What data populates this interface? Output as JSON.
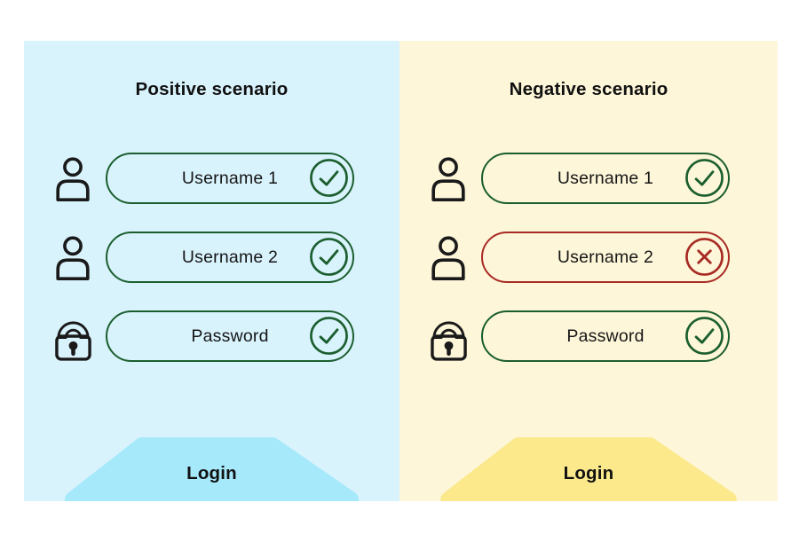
{
  "colors": {
    "positive_panel_bg": "#d9f3fd",
    "positive_button_bg": "#a5e9fb",
    "negative_panel_bg": "#fdf6d9",
    "negative_button_bg": "#fbe98c",
    "valid_green": "#1b5e2e",
    "invalid_red": "#a82a23",
    "icon_black": "#1a1a1a",
    "text": "#111111"
  },
  "panels": [
    {
      "id": "positive",
      "title": "Positive scenario",
      "background": "#d9f3fd",
      "button_background": "#a5e9fb",
      "login_label": "Login",
      "fields": [
        {
          "icon": "user-icon",
          "label": "Username 1",
          "status": "valid"
        },
        {
          "icon": "user-icon",
          "label": "Username 2",
          "status": "valid"
        },
        {
          "icon": "lock-icon",
          "label": "Password",
          "status": "valid"
        }
      ]
    },
    {
      "id": "negative",
      "title": "Negative scenario",
      "background": "#fdf6d9",
      "button_background": "#fbe98c",
      "login_label": "Login",
      "fields": [
        {
          "icon": "user-icon",
          "label": "Username 1",
          "status": "valid"
        },
        {
          "icon": "user-icon",
          "label": "Username 2",
          "status": "invalid"
        },
        {
          "icon": "lock-icon",
          "label": "Password",
          "status": "valid"
        }
      ]
    }
  ]
}
